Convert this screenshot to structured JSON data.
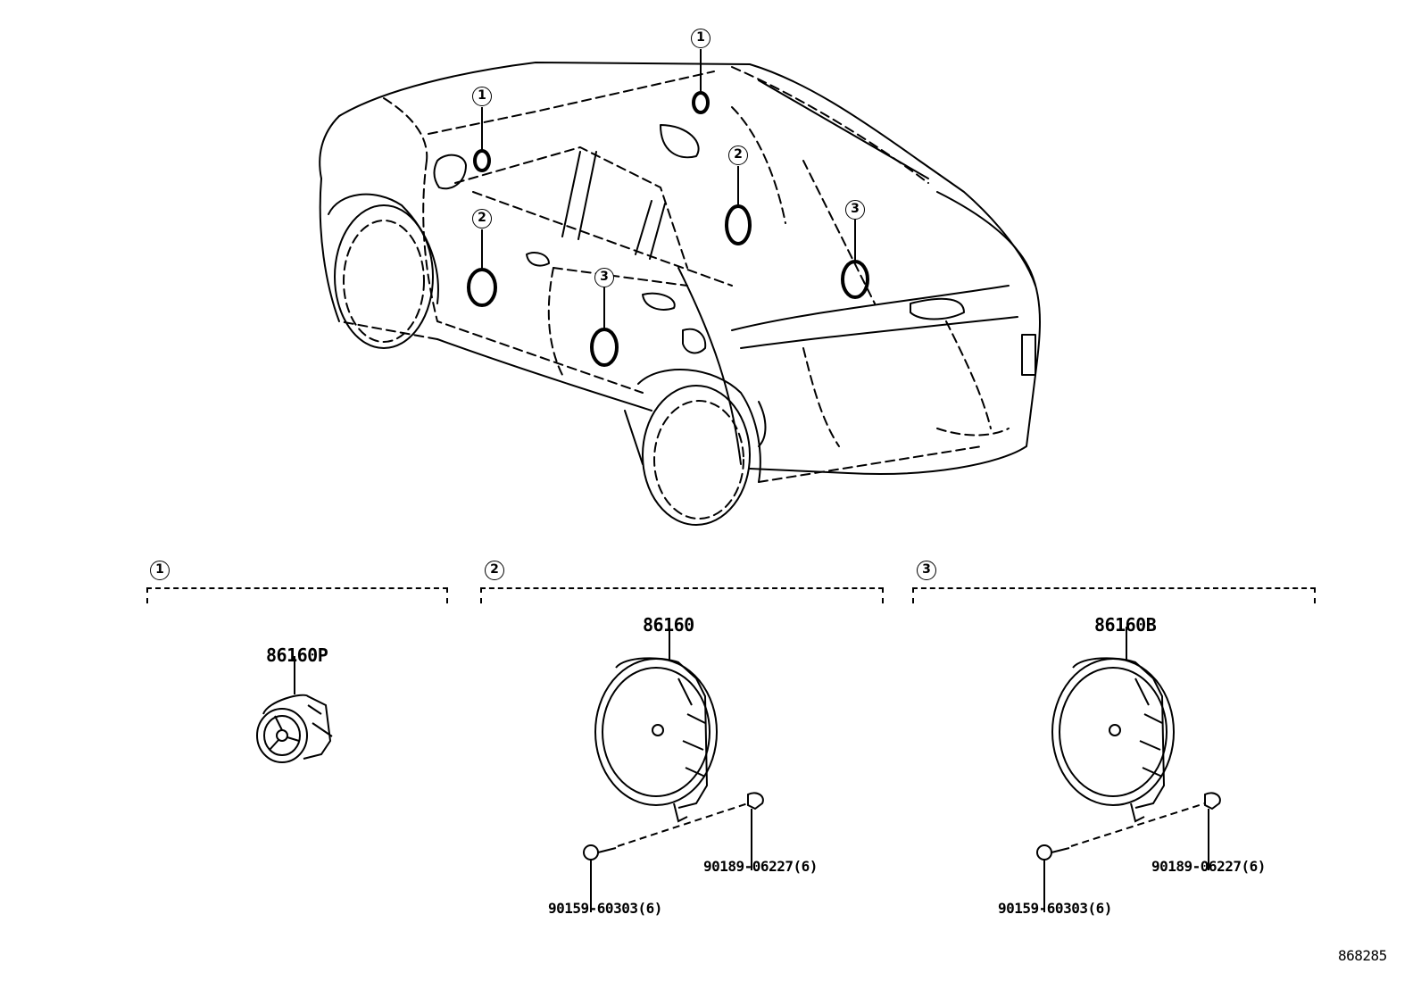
{
  "diagram_id": "868285",
  "location_callouts": [
    "1",
    "1",
    "2",
    "2",
    "3",
    "3"
  ],
  "groups": [
    {
      "callout": "1",
      "part_number": "86160P",
      "fasteners": []
    },
    {
      "callout": "2",
      "part_number": "86160",
      "fasteners": [
        {
          "part_number": "90189-06227(6)"
        },
        {
          "part_number": "90159-60303(6)"
        }
      ]
    },
    {
      "callout": "3",
      "part_number": "86160B",
      "fasteners": [
        {
          "part_number": "90189-06227(6)"
        },
        {
          "part_number": "90159-60303(6)"
        }
      ]
    }
  ]
}
